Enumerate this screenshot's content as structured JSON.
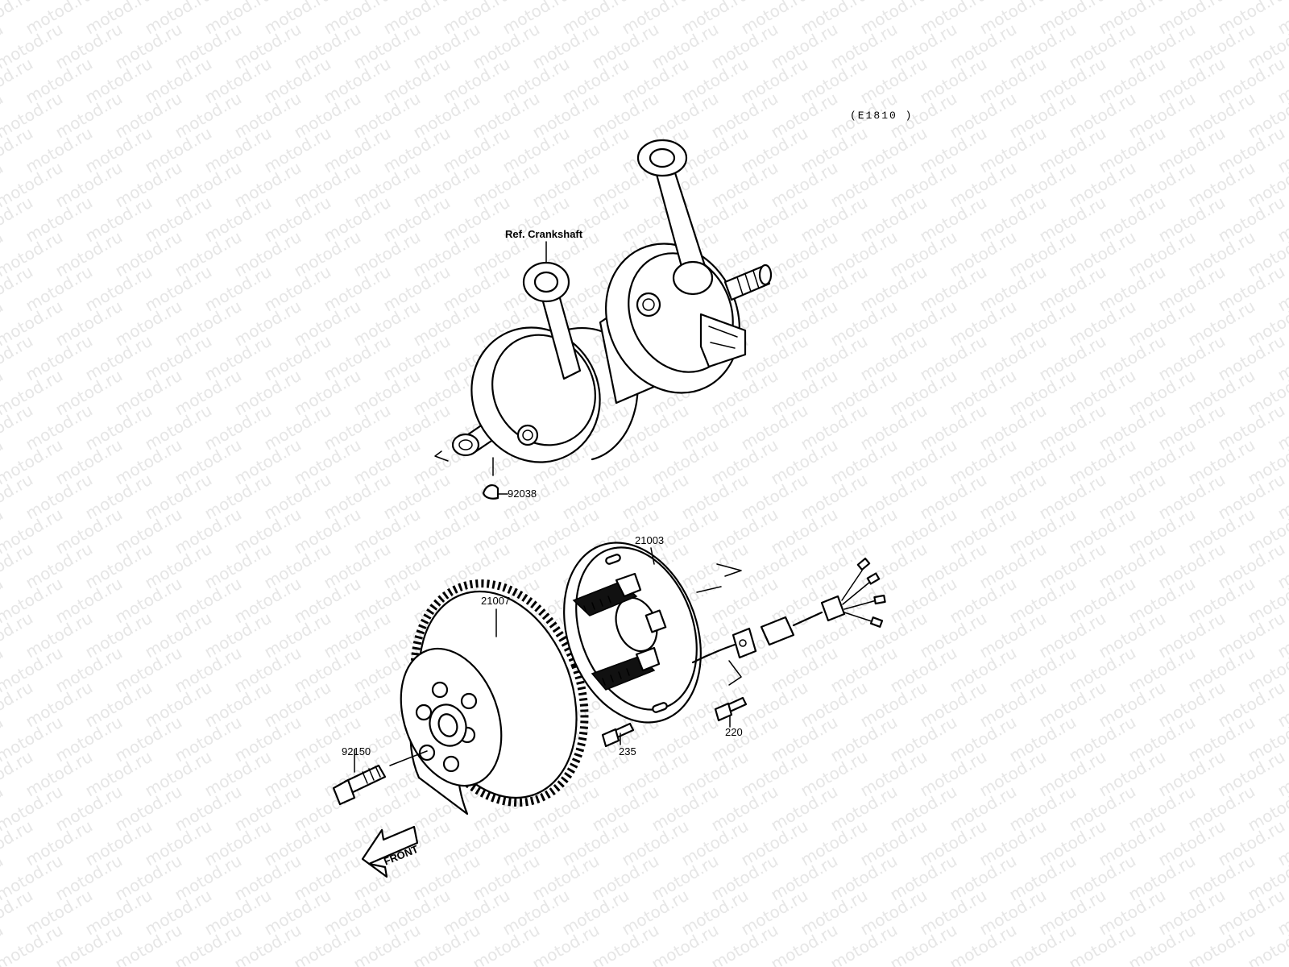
{
  "drawing_code": "(E1810 )",
  "watermark_text": "motod.ru",
  "ref_label": "Ref. Crankshaft",
  "direction_label": "FRONT",
  "parts": {
    "key": "92038",
    "rotor": "21007",
    "stator_plate": "21003",
    "rotor_bolt": "92150",
    "stator_screw": "235",
    "clamp_screw": "220"
  },
  "colors": {
    "ink": "#000000",
    "background": "#ffffff",
    "watermark": "#e6e6e6"
  }
}
